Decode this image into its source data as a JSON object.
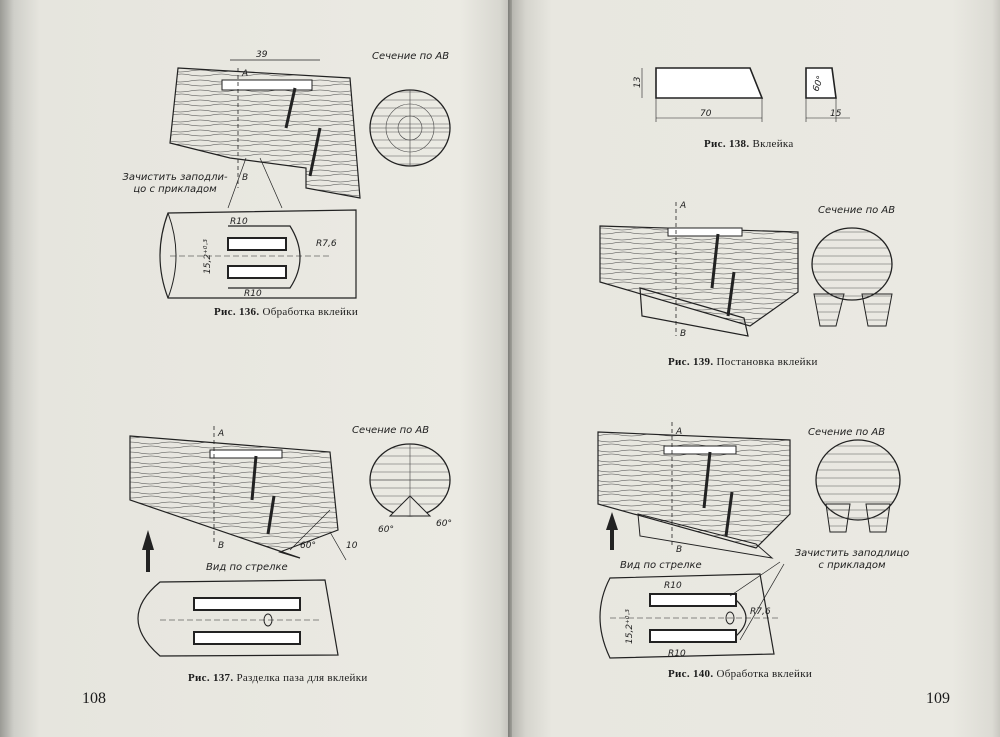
{
  "page_numbers": {
    "left": "108",
    "right": "109"
  },
  "figures": {
    "fig136": {
      "caption_prefix": "Рис. 136.",
      "caption_text": "Обработка вклейки",
      "section_label": "Сечение по АВ",
      "note": "Зачистить заподли-\nцо с прикладом",
      "dim_width": "39",
      "label_a": "А",
      "label_b": "В",
      "dim_r76": "R7,6",
      "dim_r10_top": "R10",
      "dim_r10_bottom": "R10",
      "dim_152": "15,2⁺⁰·³"
    },
    "fig137": {
      "caption_prefix": "Рис. 137.",
      "caption_text": "Разделка паза для вклейки",
      "section_label": "Сечение по АВ",
      "view_label": "Вид по стрелке",
      "label_a": "А",
      "label_b": "В",
      "angle_60_left": "60°",
      "angle_60_right": "60°",
      "angle_60_bottom": "60°",
      "dim_10": "10"
    },
    "fig138": {
      "caption_prefix": "Рис. 138.",
      "caption_text": "Вклейка",
      "dim_13": "13",
      "dim_70": "70",
      "dim_15": "15",
      "angle_60": "60°"
    },
    "fig139": {
      "caption_prefix": "Рис. 139.",
      "caption_text": "Постановка вклейки",
      "section_label": "Сечение по АВ",
      "label_a": "А",
      "label_b": "В"
    },
    "fig140": {
      "caption_prefix": "Рис. 140.",
      "caption_text": "Обработка вклейки",
      "section_label": "Сечение по АВ",
      "view_label": "Вид по стрелке",
      "note": "Зачистить заподлицо\nс прикладом",
      "label_a": "А",
      "label_b": "В",
      "dim_r10_top": "R10",
      "dim_r10_bottom": "R10",
      "dim_r76": "R7,6",
      "dim_152": "15,2⁺⁰·³"
    }
  }
}
